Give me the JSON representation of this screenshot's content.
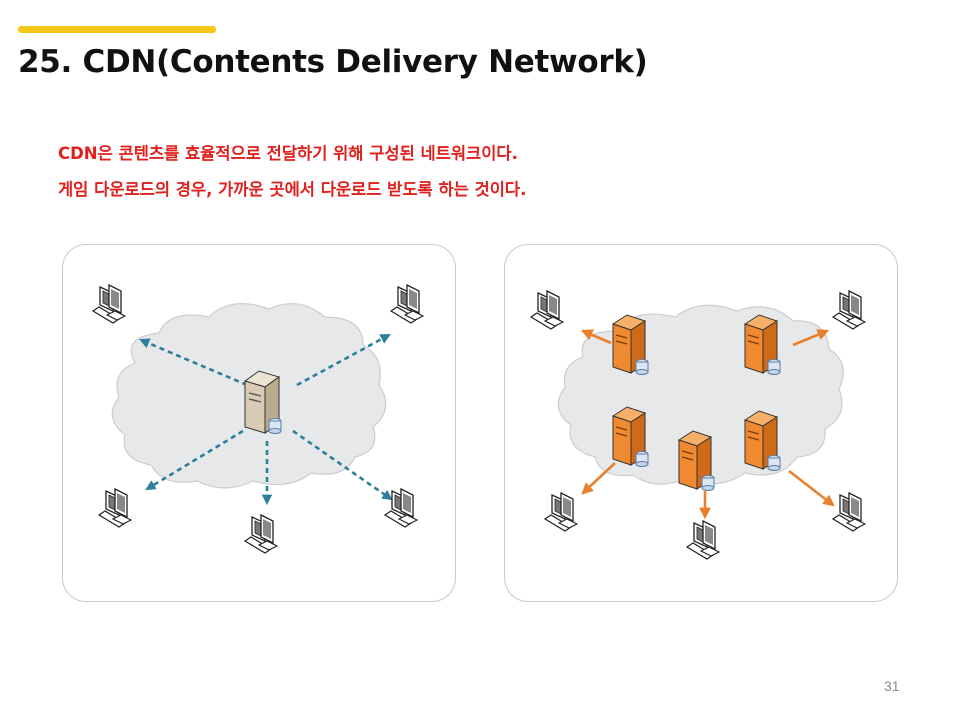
{
  "header": {
    "title": "25. CDN(Contents Delivery Network)"
  },
  "description": {
    "line1": "CDN은 콘텐츠를 효율적으로 전달하기 위해 구성된 네트워크이다.",
    "line2": "게임 다운로드의 경우, 가까운 곳에서 다운로드 받도록 하는 것이다."
  },
  "diagrams": {
    "left": {
      "arrow_color": "#2e7f9b",
      "server_color": "#d8cdb4",
      "icon_names": [
        "cloud-icon",
        "server-icon",
        "computer-icon",
        "dashed-arrow-icon"
      ]
    },
    "right": {
      "arrow_color": "#e8802e",
      "server_color": "#f08a30",
      "icon_names": [
        "cloud-icon",
        "edge-server-icon",
        "computer-icon",
        "arrow-icon"
      ]
    }
  },
  "footer": {
    "page_number": "31"
  },
  "colors": {
    "accent": "#f5c518",
    "emphasis": "#e0201c"
  }
}
